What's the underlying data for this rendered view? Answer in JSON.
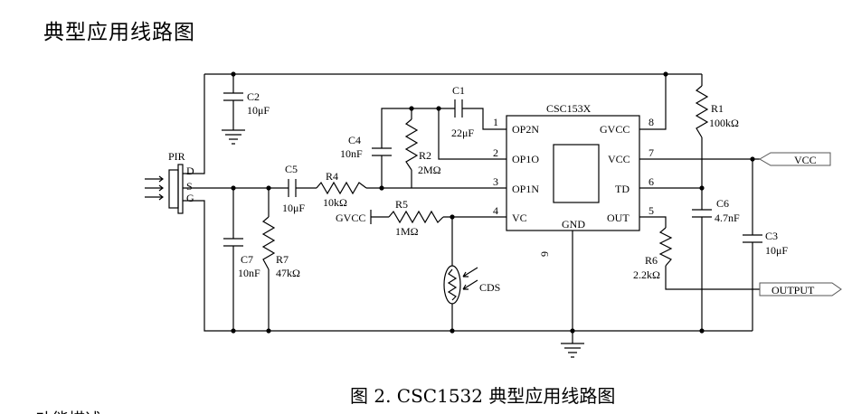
{
  "page": {
    "heading": "典型应用线路图",
    "caption": "图 2. CSC1532 典型应用线路图",
    "cut_text": "功能描述"
  },
  "ic": {
    "name": "CSC153X",
    "pins_left": [
      {
        "num": "1",
        "label": "OP2N"
      },
      {
        "num": "2",
        "label": "OP1O"
      },
      {
        "num": "3",
        "label": "OP1N"
      },
      {
        "num": "4",
        "label": "VC"
      }
    ],
    "pins_right": [
      {
        "num": "8",
        "label": "GVCC"
      },
      {
        "num": "7",
        "label": "VCC"
      },
      {
        "num": "6",
        "label": "TD"
      },
      {
        "num": "5",
        "label": "OUT"
      }
    ],
    "gnd_label": "GND",
    "gnd_pin": "9"
  },
  "sensor": {
    "name": "PIR",
    "pins": [
      "D",
      "S",
      "G"
    ]
  },
  "components": {
    "C1": {
      "ref": "C1",
      "value": "22μF"
    },
    "C2": {
      "ref": "C2",
      "value": "10μF"
    },
    "C3": {
      "ref": "C3",
      "value": "10μF"
    },
    "C4": {
      "ref": "C4",
      "value": "10nF"
    },
    "C5": {
      "ref": "C5",
      "value": "10μF"
    },
    "C6": {
      "ref": "C6",
      "value": "4.7nF"
    },
    "C7": {
      "ref": "C7",
      "value": "10nF"
    },
    "R1": {
      "ref": "R1",
      "value": "100kΩ"
    },
    "R2": {
      "ref": "R2",
      "value": "2MΩ"
    },
    "R4": {
      "ref": "R4",
      "value": "10kΩ"
    },
    "R5": {
      "ref": "R5",
      "value": "1MΩ"
    },
    "R6": {
      "ref": "R6",
      "value": "2.2kΩ"
    },
    "R7": {
      "ref": "R7",
      "value": "47kΩ"
    },
    "CDS": {
      "ref": "CDS"
    }
  },
  "nets": {
    "gvcc": "GVCC",
    "vcc": "VCC",
    "output": "OUTPUT"
  }
}
